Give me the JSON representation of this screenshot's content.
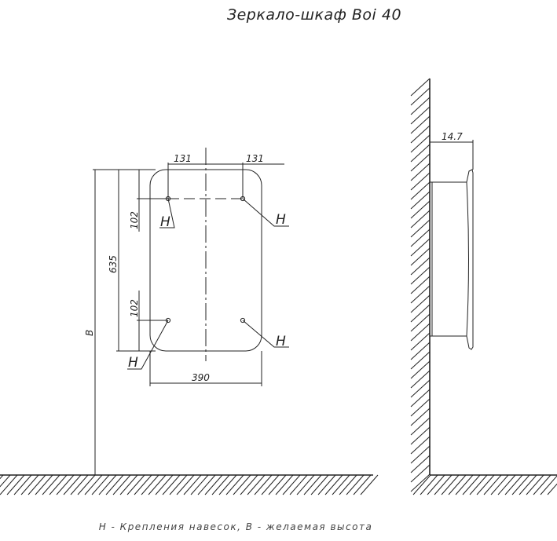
{
  "title": "Зеркало-шкаф Boi 40",
  "legend": "H - Крепления навесок, B - желаемая высота",
  "front_view": {
    "width_dim": "390",
    "height_dim": "635",
    "hole_offset_left": "131",
    "hole_offset_right": "131",
    "top_hole_dim": "102",
    "bottom_hole_dim": "102",
    "height_from_floor": "B",
    "hanger_labels": [
      "H",
      "H",
      "H",
      "H"
    ]
  },
  "side_view": {
    "depth_dim": "14.7"
  }
}
